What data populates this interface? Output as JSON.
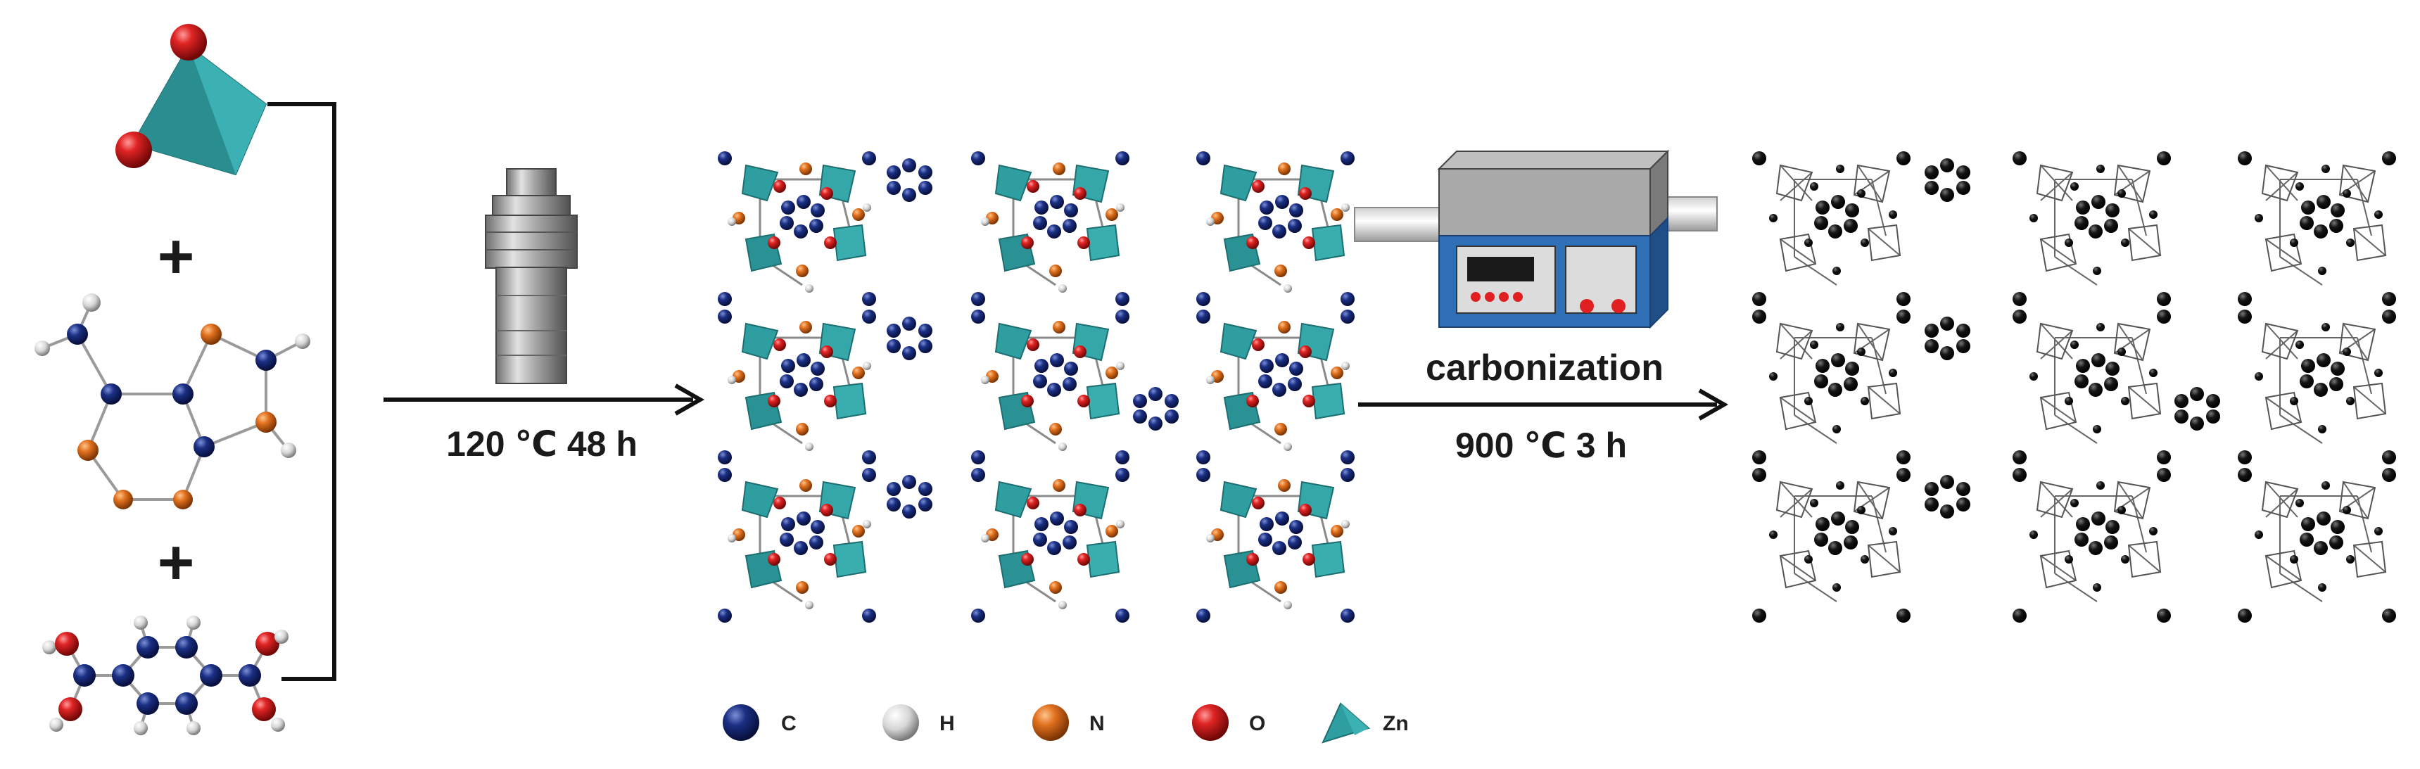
{
  "reactants": {
    "plus_sign": "+"
  },
  "step1": {
    "condition": "120 ℃  48 h"
  },
  "step2": {
    "title": "carbonization",
    "condition": "900 ℃  3 h"
  },
  "legend": {
    "items": [
      {
        "label": "C",
        "kind": "sphere",
        "color": "#1b2f84"
      },
      {
        "label": "H",
        "kind": "sphere",
        "color": "#d8d8d8"
      },
      {
        "label": "N",
        "kind": "sphere",
        "color": "#e0701e"
      },
      {
        "label": "O",
        "kind": "sphere",
        "color": "#c41a1a"
      },
      {
        "label": "Zn",
        "kind": "tetrahedron",
        "color": "#2f9ea0"
      }
    ]
  },
  "colors": {
    "zn_teal": "#2f9ea0",
    "oxygen_red": "#c41a1a",
    "nitrogen_orange": "#e0701e",
    "carbon_navy": "#1b2f84",
    "hydrogen_grey": "#d8d8d8",
    "carbon_black": "#111111",
    "furnace_blue": "#2e6fb5",
    "arrow_black": "#111111"
  }
}
